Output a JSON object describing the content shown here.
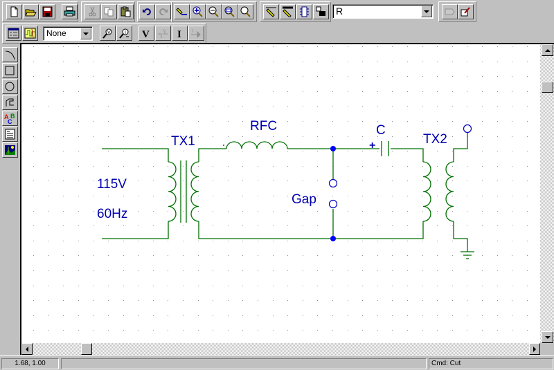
{
  "toolbar_main": {
    "buttons": [
      {
        "name": "new-file",
        "icon": "new-document-icon"
      },
      {
        "name": "open-file",
        "icon": "folder-open-icon"
      },
      {
        "name": "save",
        "icon": "floppy-disk-icon"
      },
      {
        "name": "print",
        "icon": "printer-icon"
      },
      {
        "name": "cut",
        "icon": "scissors-icon",
        "disabled": true
      },
      {
        "name": "copy",
        "icon": "copy-icon",
        "disabled": true
      },
      {
        "name": "paste",
        "icon": "clipboard-icon"
      },
      {
        "name": "undo",
        "icon": "undo-icon"
      },
      {
        "name": "redo",
        "icon": "redo-icon",
        "disabled": true
      },
      {
        "name": "redraw",
        "icon": "highlighter-icon"
      },
      {
        "name": "zoom-in",
        "icon": "zoom-in-icon"
      },
      {
        "name": "zoom-out",
        "icon": "zoom-out-icon"
      },
      {
        "name": "zoom-area",
        "icon": "zoom-area-icon"
      },
      {
        "name": "zoom-all",
        "icon": "zoom-fit-icon"
      },
      {
        "name": "draw-wire",
        "icon": "pencil-wire-icon"
      },
      {
        "name": "draw-bus",
        "icon": "pencil-bus-icon"
      },
      {
        "name": "get-part",
        "icon": "part-block-icon"
      },
      {
        "name": "find-part",
        "icon": "binoculars-icon"
      },
      {
        "name": "edit-symbol",
        "icon": "tag-icon",
        "disabled": true
      },
      {
        "name": "edit-attributes",
        "icon": "edit-attributes-icon"
      }
    ],
    "part_combo": {
      "value": "R"
    }
  },
  "toolbar_sim": {
    "buttons": [
      {
        "name": "setup-analysis",
        "icon": "analysis-setup-icon"
      },
      {
        "name": "simulate",
        "icon": "waveform-icon"
      },
      {
        "name": "voltage-probe",
        "icon": "voltage-probe-icon"
      },
      {
        "name": "current-probe",
        "icon": "current-probe-icon"
      },
      {
        "name": "voltage-marker",
        "icon": "v-marker-icon",
        "label": "V"
      },
      {
        "name": "voltage-diff-marker",
        "icon": "v-diff-marker-icon",
        "disabled": true
      },
      {
        "name": "current-marker",
        "icon": "i-marker-icon",
        "label": "I"
      },
      {
        "name": "current-into-pin-marker",
        "icon": "i-pin-marker-icon",
        "disabled": true
      }
    ],
    "profile_combo": {
      "value": "None"
    }
  },
  "palette": [
    {
      "name": "draw-arc",
      "icon": "arc-icon"
    },
    {
      "name": "draw-box",
      "icon": "rectangle-icon"
    },
    {
      "name": "draw-circle",
      "icon": "circle-icon"
    },
    {
      "name": "draw-polyline",
      "icon": "polyline-icon"
    },
    {
      "name": "text",
      "icon": "abc-text-icon"
    },
    {
      "name": "text-box",
      "icon": "text-box-icon"
    },
    {
      "name": "insert-picture",
      "icon": "picture-icon"
    }
  ],
  "schematic": {
    "labels": {
      "source_voltage": "115V",
      "source_freq": "60Hz",
      "tx1": "TX1",
      "rfc": "RFC",
      "gap": "Gap",
      "cap": "C",
      "cap_polarity": "+",
      "tx2": "TX2"
    },
    "colors": {
      "wire": "#007000",
      "label": "#0000b0",
      "junction": "#0000ff",
      "grid": "#909090"
    }
  },
  "status": {
    "coords": "1.68,  1.00",
    "middle": "",
    "command": "Cmd: Cut"
  }
}
